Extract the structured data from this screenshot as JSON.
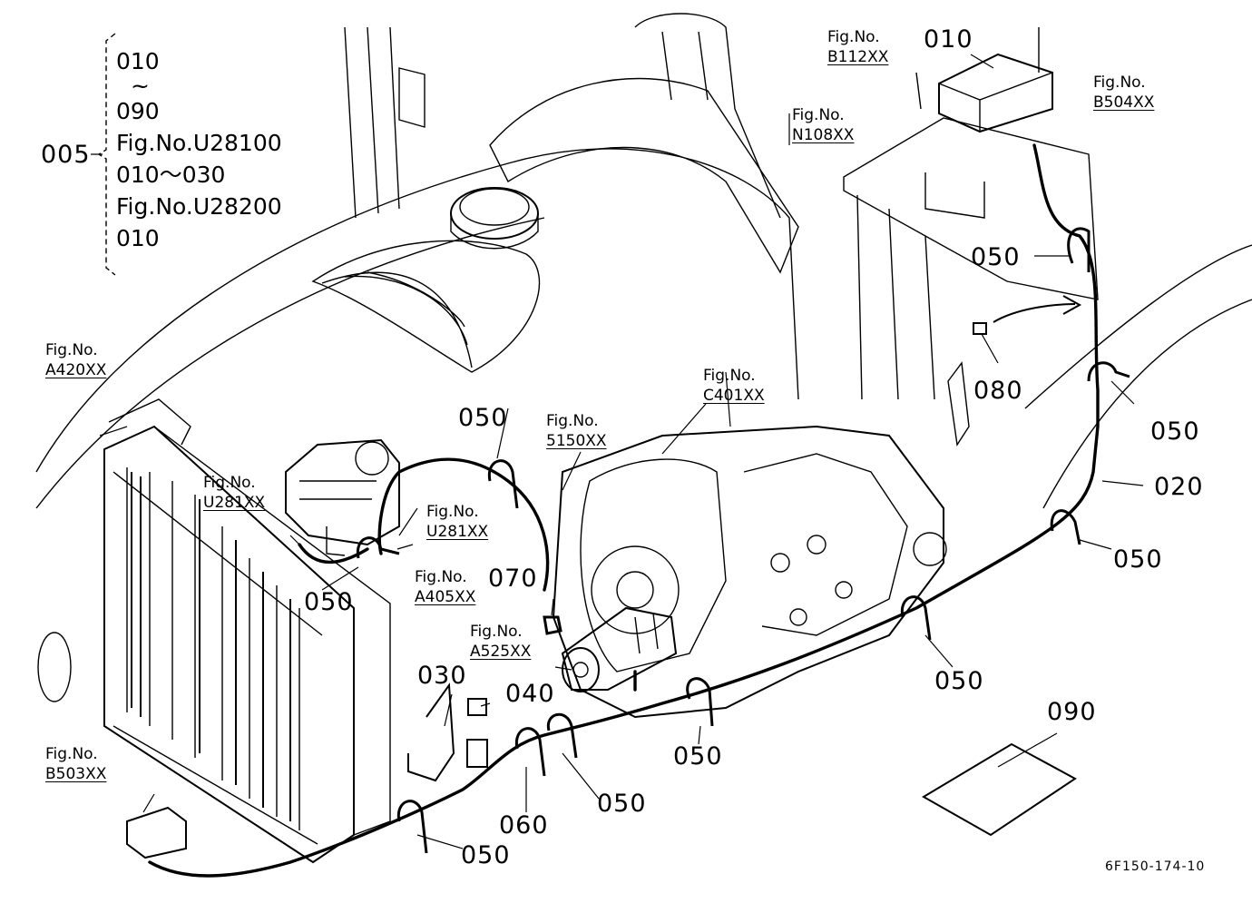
{
  "diagram": {
    "assembly_ref": {
      "part": "005",
      "lines": [
        "010",
        "~",
        "090",
        "Fig.No.U28100",
        "010～030",
        "Fig.No.U28200",
        "010"
      ]
    },
    "fig_refs": [
      {
        "id": "b112",
        "label": "Fig.No.",
        "code": "B112XX"
      },
      {
        "id": "b504",
        "label": "Fig.No.",
        "code": "B504XX"
      },
      {
        "id": "n108",
        "label": "Fig.No.",
        "code": "N108XX"
      },
      {
        "id": "a420",
        "label": "Fig.No.",
        "code": "A420XX"
      },
      {
        "id": "c401",
        "label": "Fig.No.",
        "code": "C401XX"
      },
      {
        "id": "5150",
        "label": "Fig.No.",
        "code": "5150XX"
      },
      {
        "id": "u281-a",
        "label": "Fig.No.",
        "code": "U281XX"
      },
      {
        "id": "u281-b",
        "label": "Fig.No.",
        "code": "U281XX"
      },
      {
        "id": "a405",
        "label": "Fig.No.",
        "code": "A405XX"
      },
      {
        "id": "a525",
        "label": "Fig.No.",
        "code": "A525XX"
      },
      {
        "id": "b503",
        "label": "Fig.No.",
        "code": "B503XX"
      }
    ],
    "part_callouts": [
      {
        "id": "010",
        "text": "010"
      },
      {
        "id": "050-top",
        "text": "050"
      },
      {
        "id": "080",
        "text": "080"
      },
      {
        "id": "050-right",
        "text": "050"
      },
      {
        "id": "020",
        "text": "020"
      },
      {
        "id": "050-frame",
        "text": "050"
      },
      {
        "id": "050-center-top",
        "text": "050"
      },
      {
        "id": "050-radiator",
        "text": "050"
      },
      {
        "id": "070",
        "text": "070"
      },
      {
        "id": "030",
        "text": "030"
      },
      {
        "id": "040",
        "text": "040"
      },
      {
        "id": "050-trans",
        "text": "050"
      },
      {
        "id": "050-starter",
        "text": "050"
      },
      {
        "id": "050-bottom-mid",
        "text": "050"
      },
      {
        "id": "060",
        "text": "060"
      },
      {
        "id": "050-bottom-left",
        "text": "050"
      },
      {
        "id": "090",
        "text": "090"
      }
    ],
    "drawing_number": "6F150-174-10"
  }
}
